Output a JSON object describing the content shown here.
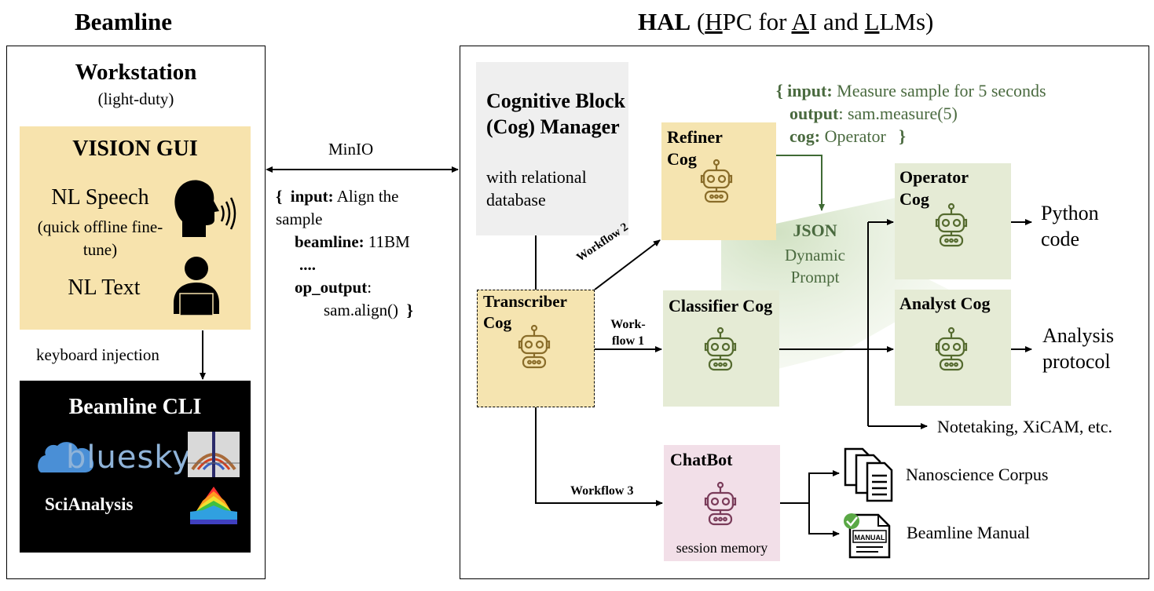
{
  "titles": {
    "beamline": "Beamline",
    "hal_bold": "HAL",
    "hal_open": " (",
    "hal_h": "H",
    "hal_pc": "PC for ",
    "hal_a": "A",
    "hal_i": "I and ",
    "hal_l": "L",
    "hal_lms": "LMs)"
  },
  "workstation": {
    "title": "Workstation",
    "subtitle": "(light-duty)",
    "gui_title": "VISION GUI",
    "speech_label": "NL Speech",
    "speech_sub": "(quick offline fine-tune)",
    "text_label": "NL Text",
    "keyboard_label": "keyboard injection",
    "cli_title": "Beamline CLI",
    "bluesky_label": "bluesky",
    "scianalysis_label": "SciAnalysis"
  },
  "link": {
    "minio": "MinIO",
    "json_open": "{",
    "input_key": "input:",
    "input_val1": "Align the",
    "input_val2": "sample",
    "beamline_key": "beamline:",
    "beamline_val": "11BM",
    "dots": "....",
    "op_key": "op_output",
    "op_colon": ":",
    "op_val": "sam.align()",
    "json_close": "}"
  },
  "hal": {
    "manager_title": "Cognitive Block (Cog) Manager",
    "manager_sub": "with relational database",
    "transcriber": "Transcriber Cog",
    "refiner": "Refiner Cog",
    "classifier": "Classifier Cog",
    "operator": "Operator Cog",
    "analyst": "Analyst Cog",
    "chatbot": "ChatBot",
    "chatbot_sub": "session memory",
    "workflow1": "Work- flow 1",
    "workflow2": "Workflow 2",
    "workflow3": "Workflow 3",
    "json_title": "JSON",
    "json_sub": "Dynamic Prompt",
    "out_python": "Python code",
    "out_analysis": "Analysis protocol",
    "out_notetaking": "Notetaking, XiCAM, etc.",
    "out_corpus": "Nanoscience Corpus",
    "out_manual": "Beamline Manual",
    "manual_icon_text": "MANUAL"
  },
  "example": {
    "open": "{",
    "input_key": "input:",
    "input_val": "Measure sample for 5 seconds",
    "output_key": "output",
    "output_val": ": sam.measure(5)",
    "cog_key": "cog:",
    "cog_val": "Operator",
    "close": "}"
  },
  "colors": {
    "gui_fill": "#f7e3ad",
    "refiner_fill": "#f5e4b0",
    "transcriber_fill": "#f5e4b0",
    "classifier_fill": "#e5ebd5",
    "operator_fill": "#e5ebd5",
    "chatbot_fill": "#f2dfe8",
    "manager_fill": "#efefef",
    "json_green": "#4a6a3f",
    "robot_gold": "#8a6d2a",
    "robot_green": "#556b2f",
    "robot_pink": "#7a3c5a"
  }
}
